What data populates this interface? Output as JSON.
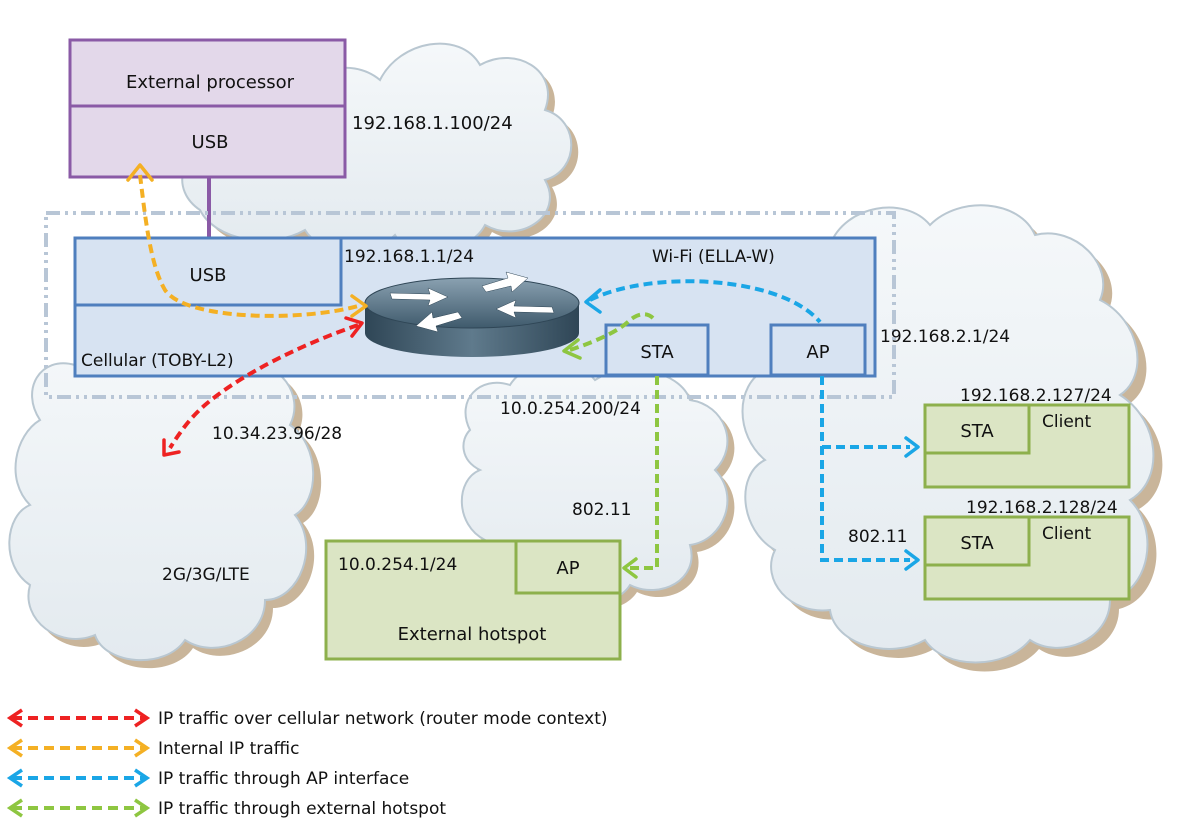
{
  "colors": {
    "cellular": "#ee2222",
    "internal": "#f4b024",
    "ap": "#1aa6e6",
    "hotspot": "#8ec641",
    "processor_border": "#8a5aa6",
    "processor_fill": "#e3d8ea",
    "module_border": "#4f7fbe",
    "module_fill": "#d7e3f2",
    "green_border": "#8db04c",
    "green_fill": "#dbe5c4",
    "cloud_fill": "#eef2f5",
    "cloud_stroke": "#b9c7d1"
  },
  "processor": {
    "title": "External processor",
    "usb": "USB",
    "ip": "192.168.1.100/24"
  },
  "module": {
    "usb": "USB",
    "cellular_label": "Cellular (TOBY-L2)",
    "wifi_label": "Wi-Fi (ELLA-W)",
    "router_ip": "192.168.1.1/24",
    "sta": "STA",
    "ap": "AP",
    "ap_ip": "192.168.2.1/24",
    "sta_ip": "10.0.254.200/24"
  },
  "cellular_network": {
    "label": "2G/3G/LTE",
    "ip": "10.34.23.96/28"
  },
  "hotspot": {
    "title": "External hotspot",
    "ip": "10.0.254.1/24",
    "ap": "AP",
    "link_label": "802.11"
  },
  "clients": [
    {
      "ip": "192.168.2.127/24",
      "sta": "STA",
      "label": "Client"
    },
    {
      "ip": "192.168.2.128/24",
      "sta": "STA",
      "label": "Client",
      "link_label": "802.11"
    }
  ],
  "legend": [
    {
      "key": "cellular",
      "text": "IP traffic over cellular network (router mode context)"
    },
    {
      "key": "internal",
      "text": "Internal IP traffic"
    },
    {
      "key": "ap",
      "text": "IP traffic through AP interface"
    },
    {
      "key": "hotspot",
      "text": "IP traffic through external hotspot"
    }
  ]
}
